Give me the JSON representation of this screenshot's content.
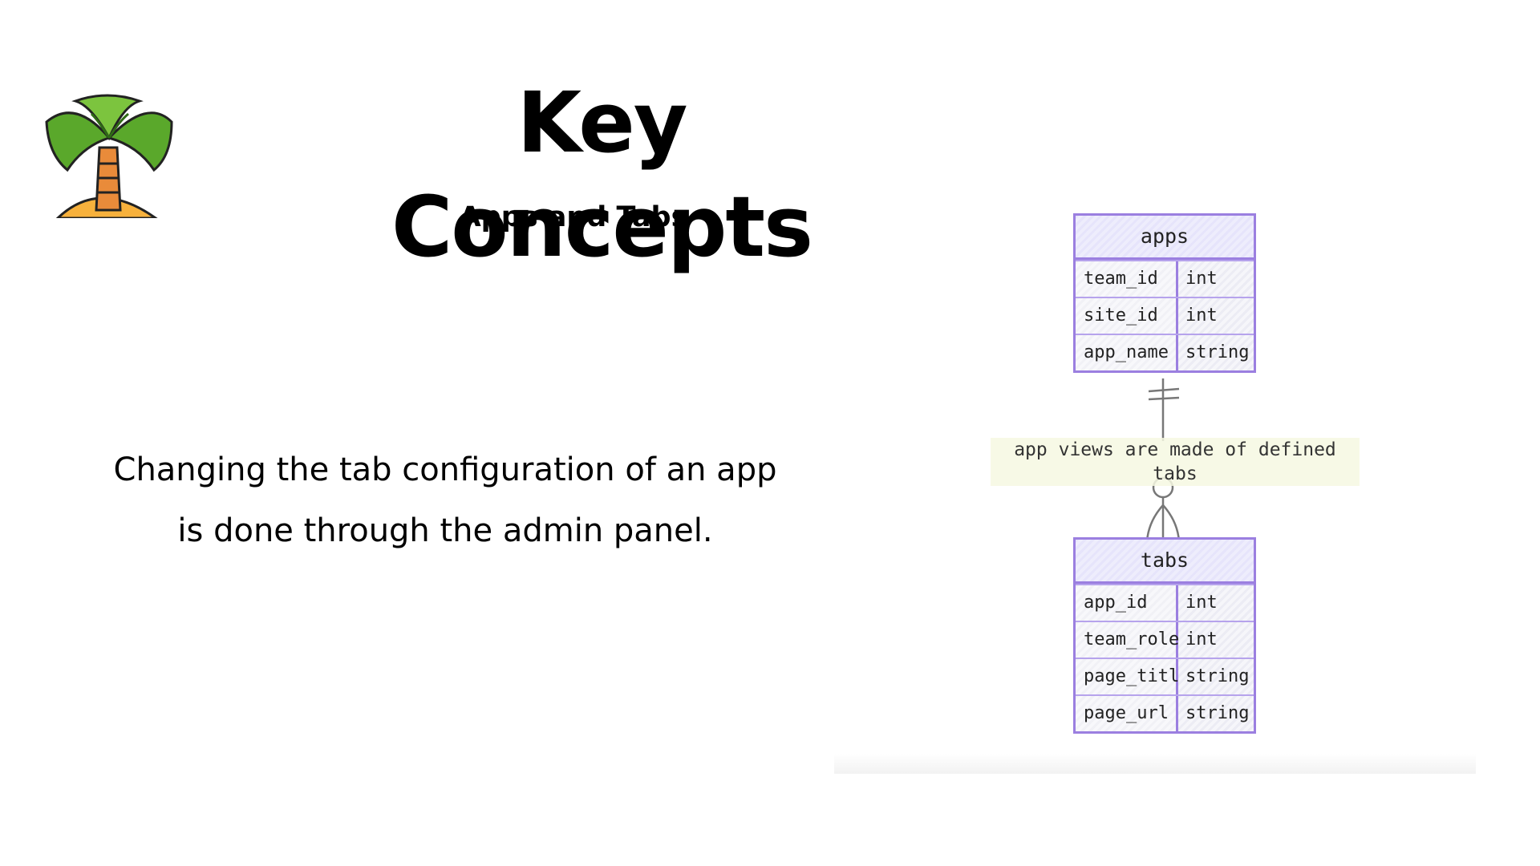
{
  "header": {
    "title": "Key Concepts",
    "subtitle": "Apps and Tabs",
    "logo_icon": "palm-tree-icon"
  },
  "main": {
    "description_line1": "Changing the tab configuration of an app",
    "description_line2": "is done through the admin panel."
  },
  "diagram": {
    "relationship_label": "app views are made of defined tabs",
    "entities": [
      {
        "name": "apps",
        "fields": [
          {
            "name": "team_id",
            "type": "int"
          },
          {
            "name": "site_id",
            "type": "int"
          },
          {
            "name": "app_name",
            "type": "string"
          }
        ]
      },
      {
        "name": "tabs",
        "fields": [
          {
            "name": "app_id",
            "type": "int"
          },
          {
            "name": "team_role",
            "type": "int"
          },
          {
            "name": "page_title",
            "type": "string"
          },
          {
            "name": "page_url",
            "type": "string"
          }
        ]
      }
    ],
    "colors": {
      "border": "#9b7fe0",
      "header_fill": "#e6e4fb",
      "connector": "#777777"
    }
  }
}
